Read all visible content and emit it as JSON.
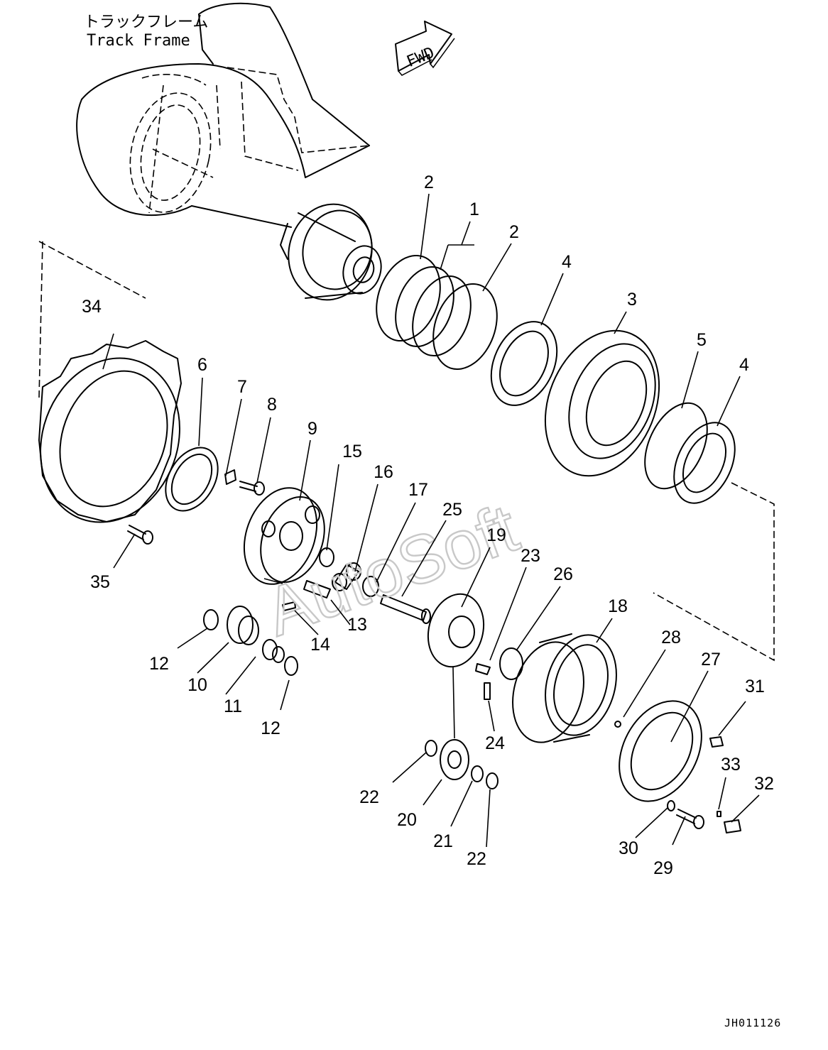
{
  "header": {
    "frame_label_jp": "トラックフレーム",
    "frame_label_en": "Track Frame",
    "fwd_label": "FWD"
  },
  "watermark": "AutoSoft",
  "figure_code": "JH011126",
  "callouts": [
    "1",
    "2",
    "2",
    "3",
    "4",
    "4",
    "5",
    "6",
    "7",
    "8",
    "9",
    "10",
    "11",
    "12",
    "12",
    "13",
    "14",
    "15",
    "16",
    "17",
    "18",
    "19",
    "20",
    "21",
    "22",
    "22",
    "23",
    "24",
    "25",
    "26",
    "27",
    "28",
    "29",
    "30",
    "31",
    "32",
    "33",
    "34",
    "35"
  ]
}
